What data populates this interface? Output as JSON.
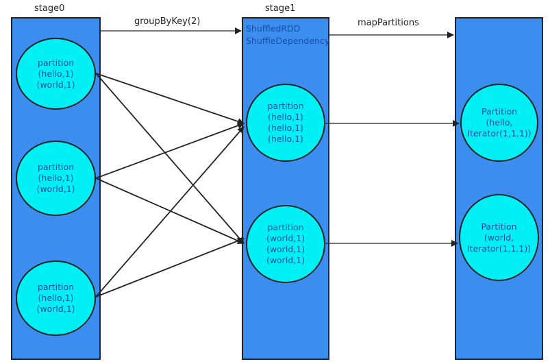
{
  "stages": {
    "stage0": "stage0",
    "stage1": "stage1"
  },
  "edge_labels": {
    "group_by_key": "groupByKey(2)",
    "map_partitions": "mapPartitions"
  },
  "stage1_header": {
    "line1": "ShuffledRDD",
    "line2": "ShuffleDependency"
  },
  "stage0_partitions": [
    {
      "title": "partition",
      "lines": [
        "(hello,1)",
        "(world,1)"
      ]
    },
    {
      "title": "partition",
      "lines": [
        "(hello,1)",
        "(world,1)"
      ]
    },
    {
      "title": "partition",
      "lines": [
        "(hello,1)",
        "(world,1)"
      ]
    }
  ],
  "stage1_partitions": [
    {
      "title": "partition",
      "lines": [
        "(hello,1)",
        "(hello,1)",
        "(hello,1)"
      ]
    },
    {
      "title": "partition",
      "lines": [
        "(world,1)",
        "(world,1)",
        "(world,1)"
      ]
    }
  ],
  "stage2_partitions": [
    {
      "title": "Partition",
      "lines": [
        "(hello,",
        "Iterator(1,1,1))"
      ]
    },
    {
      "title": "Partition",
      "lines": [
        "(world,",
        "Iterator(1,1,1))"
      ]
    }
  ],
  "colors": {
    "stage_fill": "#3b8ef0",
    "node_fill": "#00f0f5",
    "node_text": "#1a4fa0",
    "edge": "#222222"
  }
}
